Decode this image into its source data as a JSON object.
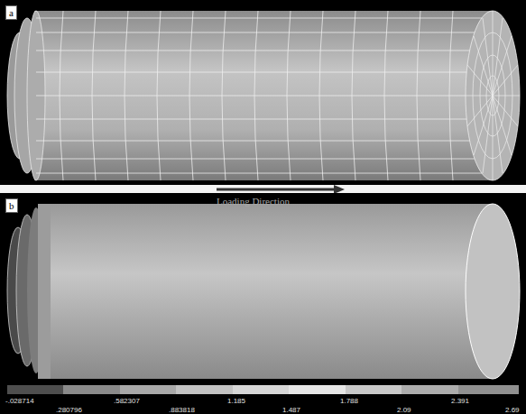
{
  "diagram": {
    "labels": [
      "a",
      "Loading Direction",
      "b",
      "-.028714",
      ".582307",
      "1.185",
      "1.788",
      "2.391",
      ".280796",
      ".883818",
      "1.487",
      "2.09",
      "2.69"
    ]
  }
}
